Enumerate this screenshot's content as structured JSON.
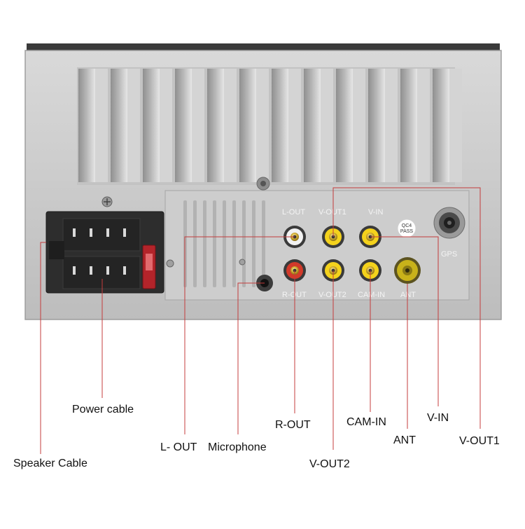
{
  "panel_markings": {
    "l_out": "L-OUT",
    "v_out1": "V-OUT1",
    "v_in": "V-IN",
    "r_out": "R-OUT",
    "v_out2": "V-OUT2",
    "cam_in": "CAM-IN",
    "ant": "ANT",
    "gps": "GPS",
    "sticker_line1": "QC4",
    "sticker_line2": "PASS"
  },
  "callouts": {
    "power_cable": "Power cable",
    "speaker_cable": "Speaker Cable",
    "l_out": "L- OUT",
    "microphone": "Microphone",
    "r_out": "R-OUT",
    "v_out2": "V-OUT2",
    "cam_in": "CAM-IN",
    "ant": "ANT",
    "v_in": "V-IN",
    "v_out1": "V-OUT1"
  },
  "colors": {
    "leader_line": "#c43c3c",
    "chassis": "#c9c9c9",
    "rca_red": "#d23a2a",
    "rca_white": "#f2f2f2",
    "rca_yellow": "#f4d21c",
    "connector_block": "#2a2a2a",
    "fuse": "#b3242a",
    "antenna": "#c8b21a"
  }
}
